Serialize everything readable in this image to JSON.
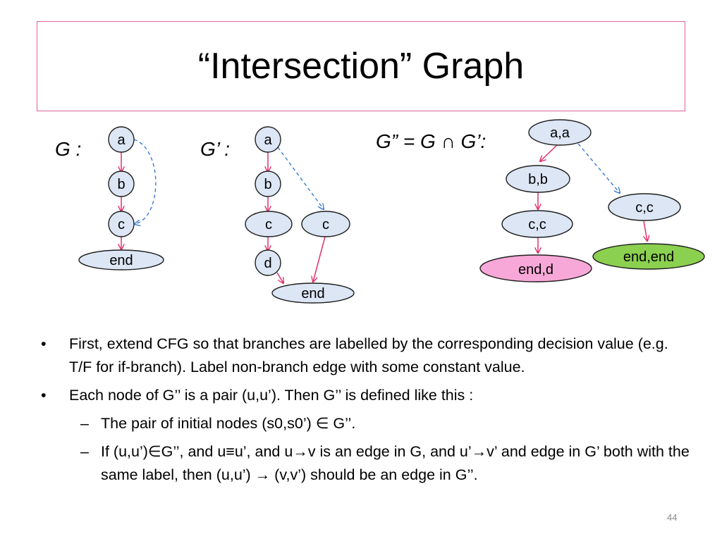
{
  "title": "“Intersection”  Graph",
  "graphs": {
    "g_label": "G :",
    "gprime_label": "G’ :",
    "gdouble_label": "G” = G ∩ G’:",
    "g_nodes": [
      "a",
      "b",
      "c",
      "end"
    ],
    "gprime_nodes": [
      "a",
      "b",
      "c",
      "c",
      "d",
      "end"
    ],
    "gdouble_nodes": [
      "a,a",
      "b,b",
      "c,c",
      "c,c",
      "end,d",
      "end,end"
    ]
  },
  "colors": {
    "node_fill": "#dce6f5",
    "node_stroke": "#1f1f1f",
    "solid_edge": "#e0306e",
    "dashed_edge": "#3a7bd5",
    "end_d_fill": "#f8a8d8",
    "end_end_fill": "#8cd050",
    "title_border": "#e0609a"
  },
  "bullets": [
    {
      "text": "First, extend CFG so that branches are labelled by the corresponding decision value (e.g. T/F for if-branch). Label non-branch edge with some constant value."
    },
    {
      "text": "Each node of G’’ is a pair (u,u’).  Then G’’ is defined like this :",
      "sub": [
        "The pair of initial nodes (s0,s0’) ∈ G’’.",
        "If (u,u’)∈G’’, and u≡u’, and u→v is an edge in G, and u’→v’ and edge in G’ both with the same label, then (u,u’) → (v,v’) should be an edge in G’’."
      ]
    }
  ],
  "page_number": "44"
}
